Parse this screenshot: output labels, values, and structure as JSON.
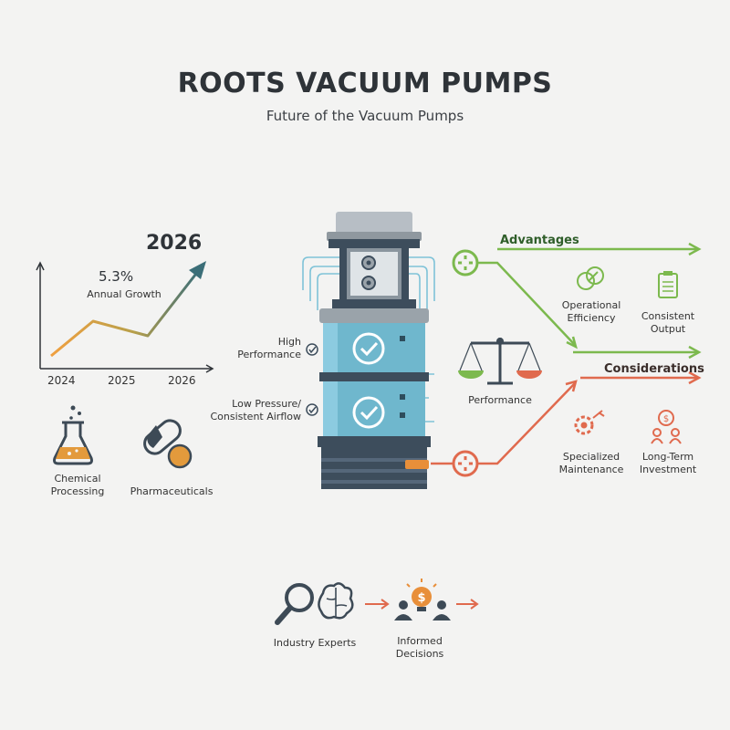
{
  "header": {
    "title": "ROOTS VACUUM PUMPS",
    "subtitle": "Future of the Vacuum Pumps"
  },
  "growth": {
    "target_year": "2026",
    "rate": "5.3%",
    "rate_label": "Annual Growth",
    "years": [
      "2024",
      "2025",
      "2026"
    ]
  },
  "industries": {
    "chemical": "Chemical\nProcessing",
    "pharma": "Pharmaceuticals"
  },
  "pump": {
    "feature_1": "High\nPerformance",
    "feature_2": "Low Pressure/\nConsistent Airflow"
  },
  "advantages": {
    "title": "Advantages",
    "item_1": "Operational\nEfficiency",
    "item_2": "Consistent\nOutput"
  },
  "balance": {
    "label": "Performance"
  },
  "considerations": {
    "title": "Considerations",
    "item_1": "Specialized\nMaintenance",
    "item_2": "Long-Term\nInvestment"
  },
  "flow": {
    "experts": "Industry Experts",
    "decisions": "Informed\nDecisions"
  },
  "colors": {
    "green": "#7cb94e",
    "red": "#e06a4e",
    "pump_blue": "#6fb7cd",
    "pump_dark": "#3d4d5c",
    "orange": "#e88f3a"
  }
}
